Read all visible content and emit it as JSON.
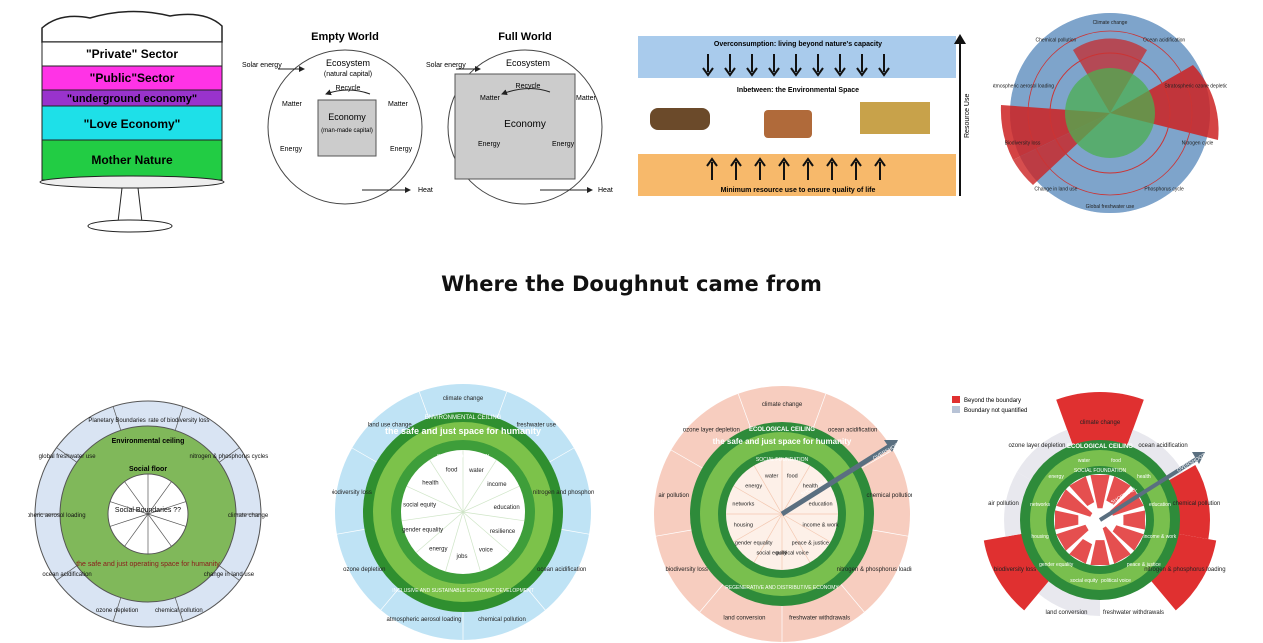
{
  "title": "Where the Doughnut came from",
  "cake": {
    "layers": [
      "\"Private\" Sector",
      "\"Public\"Sector",
      "\"underground economy\"",
      "\"Love Economy\"",
      "Mother Nature"
    ]
  },
  "worlds": {
    "empty_title": "Empty World",
    "full_title": "Full World",
    "solar": "Solar energy",
    "ecosystem": "Ecosystem",
    "natural_capital": "(natural capital)",
    "recycle": "Recycle",
    "matter": "Matter",
    "economy": "Economy",
    "man_made": "(man-made capital)",
    "energy": "Energy",
    "heat": "Heat"
  },
  "env_space": {
    "top": "Overconsumption: living beyond nature's capacity",
    "middle": "Inbetween: the Environmental Space",
    "bottom": "Minimum resource use to ensure quality of life",
    "axis": "Resource Use"
  },
  "boundaries_wheel": {
    "labels": [
      "Climate change",
      "Ocean acidification",
      "Stratospheric ozone depletion",
      "Nitrogen cycle",
      "Phosphorus cycle",
      "Global freshwater use",
      "Change in land use",
      "Biodiversity loss",
      "Atmospheric aerosol loading",
      "Chemical pollution"
    ]
  },
  "sketch": {
    "outer": [
      "Planetary Boundaries",
      "rate of biodiversity loss",
      "nitrogen & phosphorus cycles",
      "climate change",
      "change in land use",
      "chemical pollution",
      "ozone depletion",
      "ocean acidification",
      "atmospheric aerosol loading",
      "global freshwater use"
    ],
    "env_ceiling": "Environmental ceiling",
    "social_floor": "Social floor",
    "center": "Social Boundaries ??",
    "safe": "the safe and just operating space for humanity"
  },
  "doughnut_blue": {
    "outer": [
      "climate change",
      "freshwater use",
      "nitrogen and phosphorus cycles",
      "ocean acidification",
      "chemical pollution",
      "atmospheric aerosol loading",
      "ozone depletion",
      "biodiversity loss",
      "land use change"
    ],
    "ring_top": "ENVIRONMENTAL CEILING",
    "arc": "the safe and just space for humanity",
    "inner_title": "SOCIAL FOUNDATION",
    "ring_bottom": "INCLUSIVE AND SUSTAINABLE ECONOMIC DEVELOPMENT",
    "inner": [
      "food",
      "water",
      "income",
      "education",
      "resilience",
      "voice",
      "jobs",
      "energy",
      "gender equality",
      "social equity",
      "health"
    ]
  },
  "doughnut_red": {
    "outer": [
      "climate change",
      "ocean acidification",
      "chemical pollution",
      "nitrogen & phosphorus loading",
      "freshwater withdrawals",
      "land conversion",
      "biodiversity loss",
      "air pollution",
      "ozone layer depletion"
    ],
    "ring_top": "ECOLOGICAL CEILING",
    "arc": "the safe and just space for humanity",
    "inner_title": "SOCIAL FOUNDATION",
    "ring_bottom": "REGENERATIVE AND DISTRIBUTIVE ECONOMY",
    "inner": [
      "water",
      "food",
      "health",
      "education",
      "income & work",
      "peace & justice",
      "political voice",
      "social equity",
      "gender equality",
      "housing",
      "networks",
      "energy"
    ],
    "overshoot": "OVERSHOOT",
    "shortfall": "SHORTFALL"
  },
  "doughnut_final": {
    "legend": [
      "Beyond the boundary",
      "Boundary not quantified"
    ],
    "outer": [
      "climate change",
      "ocean acidification",
      "chemical pollution",
      "nitrogen & phosphorus loading",
      "freshwater withdrawals",
      "land conversion",
      "biodiversity loss",
      "air pollution",
      "ozone layer depletion"
    ],
    "ring_top": "ECOLOGICAL CEILING",
    "inner_title": "SOCIAL FOUNDATION",
    "inner": [
      "water",
      "food",
      "health",
      "education",
      "income & work",
      "peace & justice",
      "political voice",
      "social equity",
      "gender equality",
      "housing",
      "networks",
      "energy"
    ],
    "overshoot": "OVERSHOOT",
    "shortfall": "SHORTFALL"
  }
}
